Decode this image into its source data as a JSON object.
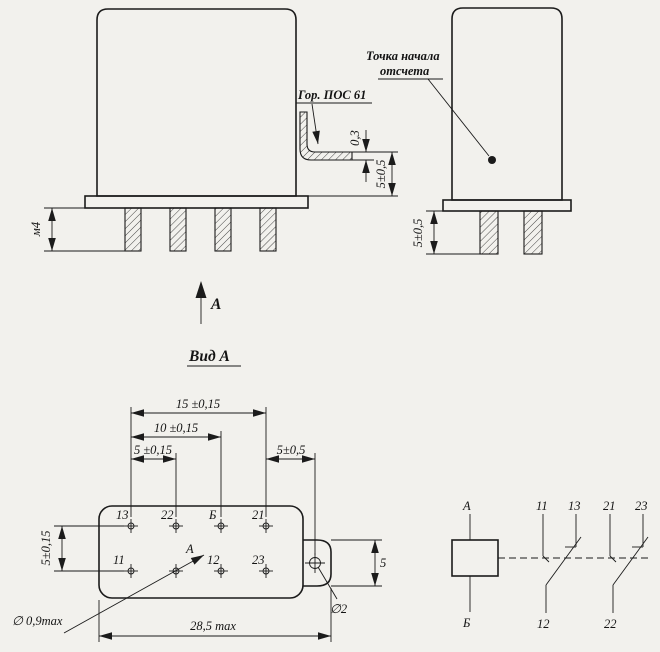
{
  "page": {
    "background": "#f2f1ed",
    "ink": "#1b1b1b"
  },
  "annotations": {
    "solder_note": "Гор. ПОС 61",
    "ref_point_line1": "Точка начала",
    "ref_point_line2": "отсчета",
    "view_arrow_label": "А",
    "view_title": "Вид А"
  },
  "front_view": {
    "pin_length": "м4"
  },
  "bracket_detail": {
    "thickness": "0,3",
    "height": "5±0,5"
  },
  "side_view": {
    "pin_length": "5±0,5"
  },
  "bottom_view": {
    "dims": {
      "pitch_15": "15 ±0,15",
      "pitch_10": "10 ±0,15",
      "pitch_5": "5 ±0,15",
      "ear_offset": "5±0,5",
      "row_pitch": "5±0,15",
      "overall": "28,5 max",
      "pin_dia": "∅ 0,9max",
      "hole_dia": "∅2",
      "ear_width": "5"
    },
    "pins_top": [
      "13",
      "22",
      "Б",
      "21"
    ],
    "pins_bottom": [
      "11",
      "12",
      "23"
    ],
    "datum_label": "А"
  },
  "schematic": {
    "coil_a": "А",
    "coil_b": "Б",
    "contact_11": "11",
    "contact_13": "13",
    "contact_12": "12",
    "contact_21": "21",
    "contact_23": "23",
    "contact_22": "22"
  }
}
